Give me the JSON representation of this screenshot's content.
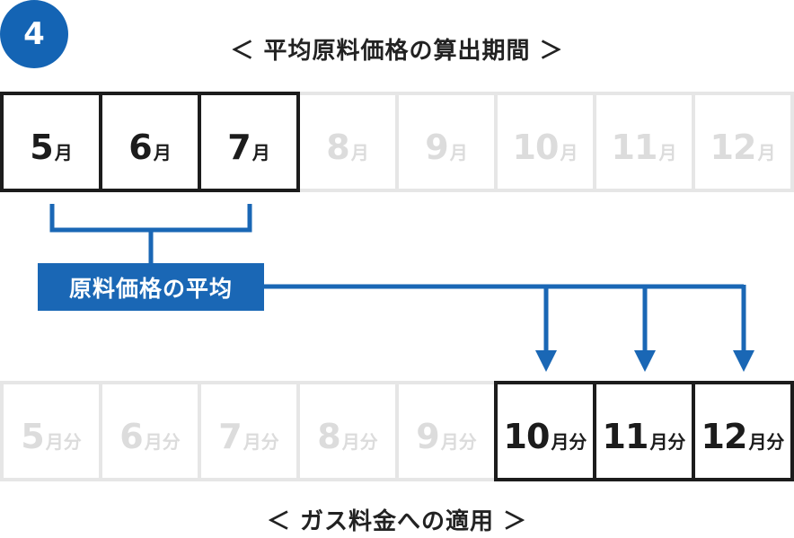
{
  "step_number": "4",
  "top_heading": "＜ 平均原料価格の算出期間 ＞",
  "bottom_heading": "＜ ガス料金への適用 ＞",
  "averaging_label": "原料価格の平均",
  "colors": {
    "accent_blue": "#1464b4",
    "active_border": "#1c1c1c",
    "inactive_border": "#e6e6e6",
    "inactive_text": "#dcdcdc"
  },
  "period_months": [
    {
      "num": "5",
      "unit": "月",
      "active": true
    },
    {
      "num": "6",
      "unit": "月",
      "active": true
    },
    {
      "num": "7",
      "unit": "月",
      "active": true
    },
    {
      "num": "8",
      "unit": "月",
      "active": false
    },
    {
      "num": "9",
      "unit": "月",
      "active": false
    },
    {
      "num": "10",
      "unit": "月",
      "active": false
    },
    {
      "num": "11",
      "unit": "月",
      "active": false
    },
    {
      "num": "12",
      "unit": "月",
      "active": false
    }
  ],
  "applied_months": [
    {
      "num": "5",
      "unit": "月分",
      "active": false
    },
    {
      "num": "6",
      "unit": "月分",
      "active": false
    },
    {
      "num": "7",
      "unit": "月分",
      "active": false
    },
    {
      "num": "8",
      "unit": "月分",
      "active": false
    },
    {
      "num": "9",
      "unit": "月分",
      "active": false
    },
    {
      "num": "10",
      "unit": "月分",
      "active": true
    },
    {
      "num": "11",
      "unit": "月分",
      "active": true
    },
    {
      "num": "12",
      "unit": "月分",
      "active": true
    }
  ]
}
